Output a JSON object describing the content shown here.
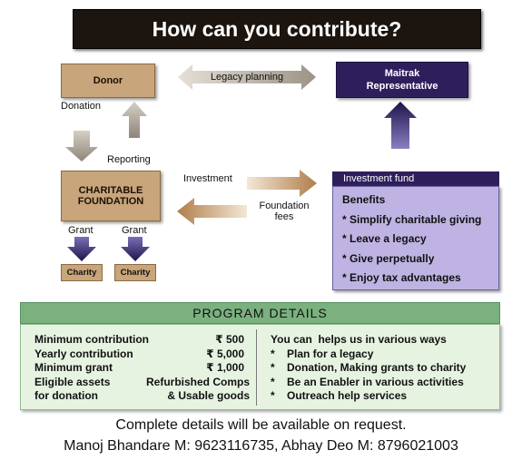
{
  "title": "How can you contribute?",
  "nodes": {
    "donor": "Donor",
    "maitrak": [
      "Maitrak",
      "Representative"
    ],
    "foundation": [
      "CHARITABLE",
      "FOUNDATION"
    ],
    "charity_left": "Charity",
    "charity_right": "Charity"
  },
  "flows": {
    "legacy_planning": "Legacy planning",
    "donation": "Donation",
    "reporting": "Reporting",
    "investment": "Investment",
    "foundation_fees": [
      "Foundation",
      "fees"
    ],
    "grant_left": "Grant",
    "grant_right": "Grant"
  },
  "investment_fund": {
    "header": "Investment fund",
    "benefits_title": "Benefits",
    "benefits": [
      "* Simplify charitable giving",
      "* Leave a legacy",
      "* Give perpetually",
      "* Enjoy tax advantages"
    ]
  },
  "program_details": {
    "header": "PROGRAM DETAILS",
    "left_rows": [
      {
        "label": "Minimum contribution",
        "value": "₹ 500"
      },
      {
        "label": "Yearly contribution",
        "value": "₹ 5,000"
      },
      {
        "label": "Minimum grant",
        "value": "₹ 1,000"
      },
      {
        "label": "Eligible assets",
        "value": "Refurbished Comps"
      },
      {
        "label": "for donation",
        "value": "& Usable goods"
      }
    ],
    "right_title": "You can  helps us in various ways",
    "right_items": [
      {
        "bullet": "*",
        "text": "Plan for a legacy"
      },
      {
        "bullet": "*",
        "text": "Donation, Making grants to charity"
      },
      {
        "bullet": "*",
        "text": "Be an Enabler in various activities"
      },
      {
        "bullet": "*",
        "text": "Outreach help services"
      }
    ]
  },
  "footer": {
    "line1": "Complete details will be available on request.",
    "line2": "Manoj Bhandare M: 9623116735, Abhay Deo M: 8796021003"
  },
  "colors": {
    "tan": "#c8a57a",
    "navy": "#2e1f5c",
    "lavender": "#bfb3e3",
    "green_header": "#7bb17f",
    "green_body": "#e7f3e1",
    "title_bg": "#1b140f"
  }
}
